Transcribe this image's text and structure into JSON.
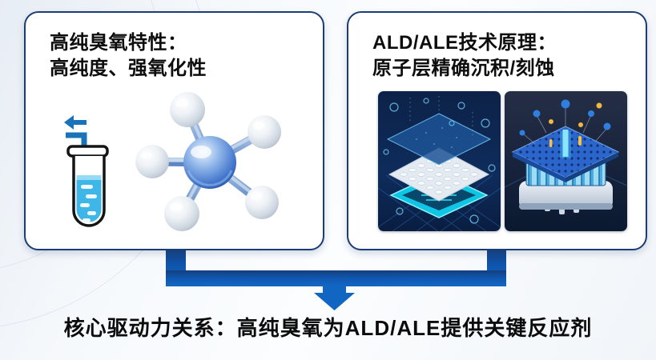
{
  "page": {
    "caption": "核心驱动力关系：高纯臭氧为ALD/ALE提供关键反应剂"
  },
  "left_card": {
    "title_line1": "高纯臭氧特性：",
    "title_line2": "高纯度、强氧化性"
  },
  "right_card": {
    "title_line1": "ALD/ALE技术原理：",
    "title_line2": "原子层精确沉积/刻蚀"
  },
  "icons": {
    "test_tube": "test-tube-with-gas-outlet-arrow",
    "molecule": "ozone-molecule-3d-model",
    "ald_image": "ald-atomic-layer-deposition-3d-render",
    "ale_image": "ale-atomic-layer-etch-3d-render",
    "connector": "merge-down-arrow-connector"
  },
  "colors": {
    "card_border": "#1b3d74",
    "connector_blue": "#0f5ab4",
    "title_text": "#0d0d0d",
    "liquid_cyan": "#3fb6e8",
    "scene_bg_navy": "#0b1c3e",
    "glow_cyan": "#19d6f2",
    "particle_yellow": "#f4b73f"
  }
}
